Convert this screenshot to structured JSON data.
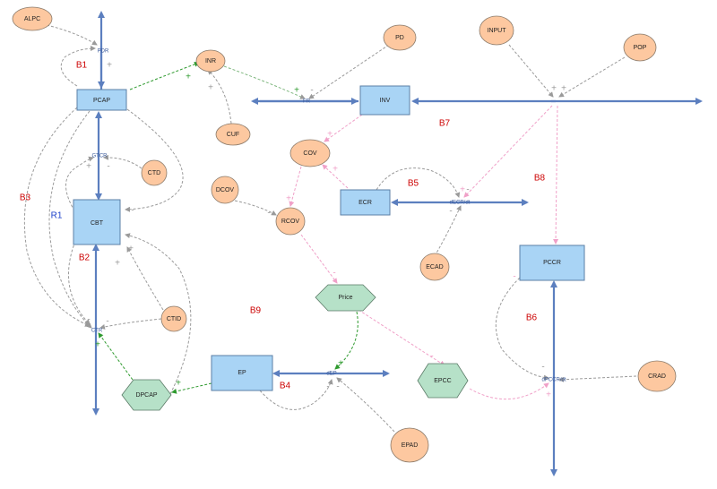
{
  "stocks": {
    "pcap": "PCAP",
    "cbt": "CBT",
    "inv": "INV",
    "ecr": "ECR",
    "ep": "EP",
    "pccr": "PCCR"
  },
  "auxiliaries": {
    "alpc": "ALPC",
    "inr": "INR",
    "cuf": "CUF",
    "pd": "PD",
    "input": "INPUT",
    "pop": "POP",
    "cov": "COV",
    "ctd": "CTD",
    "dcov": "DCOV",
    "rcov": "RCOV",
    "ecad": "ECAD",
    "ctid": "CTID",
    "epad": "EPAD",
    "crad": "CRAD"
  },
  "hex_nodes": {
    "price": "Price",
    "dpcap": "DPCAP",
    "epcc": "EPCC"
  },
  "flows": {
    "pdr": "PDR",
    "gtcr": "GTCR",
    "ctr": "CTR",
    "fr": "FR",
    "decr": "dECR/dt",
    "dep": "dEP",
    "dpccr": "dPCCR/dt"
  },
  "loops": {
    "b1": "B1",
    "b2": "B2",
    "b3": "B3",
    "r1": "R1",
    "b4": "B4",
    "b5": "B5",
    "b6": "B6",
    "b7": "B7",
    "b8": "B8",
    "b9": "B9"
  },
  "polarity": {
    "plus": "+",
    "minus": "-"
  },
  "colors": {
    "stock_fill": "#a9d4f5",
    "aux_fill": "#fdc8a0",
    "hex_fill": "#b6e1c8",
    "flow": "#5c7fbf",
    "link_gray": "#9a9a9a",
    "link_green": "#2e9a2e",
    "link_pink": "#f0a0c8",
    "loop_label": "#cc0000",
    "reinforcing_label": "#1a3ec9"
  }
}
